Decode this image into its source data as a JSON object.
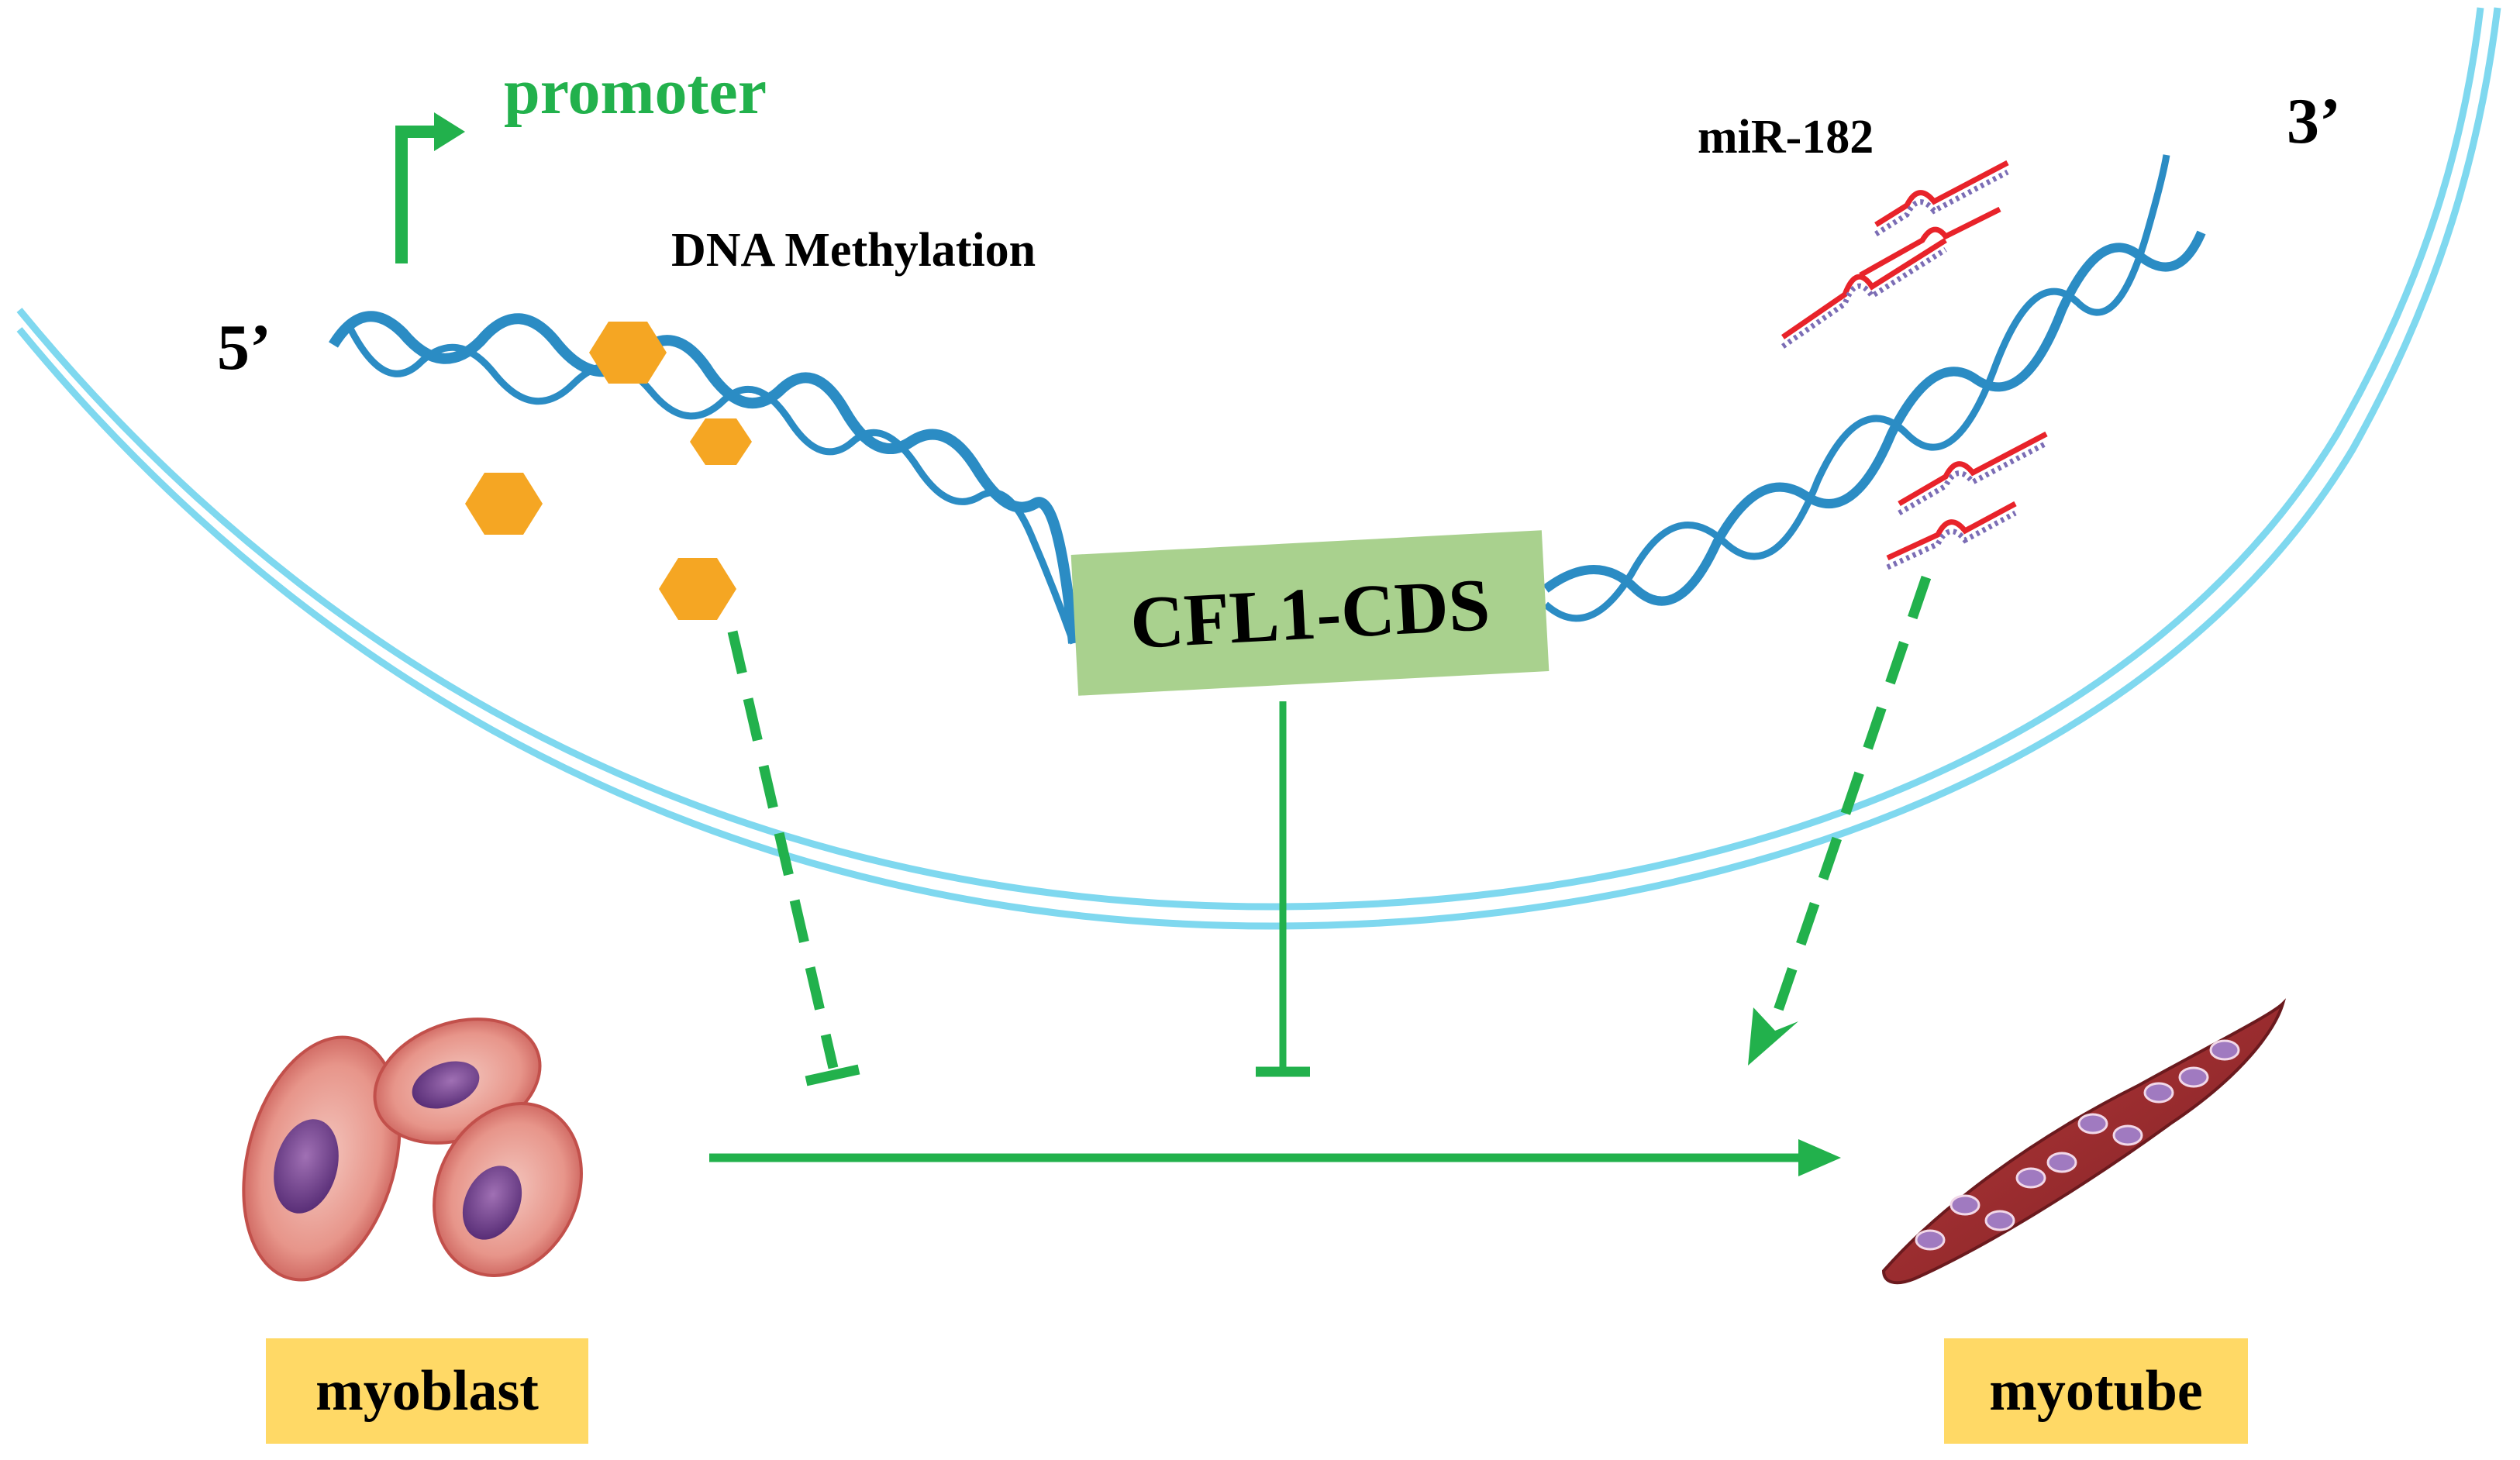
{
  "labels": {
    "promoter": "promoter",
    "dna_methylation": "DNA Methylation",
    "mir": "miR-182",
    "five_prime": "5’",
    "three_prime": "3’",
    "gene": "CFL1-CDS",
    "myoblast": "myoblast",
    "myotube": "myotube"
  },
  "colors": {
    "pathway_green": "#22b14c",
    "dna_blue": "#2b8cc4",
    "nucleus_membrane": "#7fd8ef",
    "methyl_orange": "#f5a623",
    "mirna_red": "#e8232a",
    "gene_box": "#a9d18e",
    "cell_box": "#ffd966"
  }
}
